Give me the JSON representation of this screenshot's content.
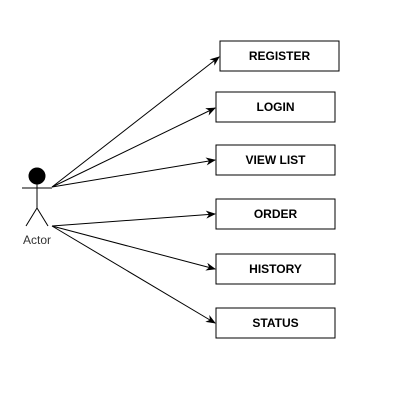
{
  "diagram": {
    "actor": {
      "label": "Actor"
    },
    "use_cases": [
      {
        "label": "REGISTER"
      },
      {
        "label": "LOGIN"
      },
      {
        "label": "VIEW LIST"
      },
      {
        "label": "ORDER"
      },
      {
        "label": "HISTORY"
      },
      {
        "label": "STATUS"
      }
    ],
    "colors": {
      "stroke": "#000000",
      "background": "#ffffff",
      "actor_head": "#000000"
    }
  }
}
